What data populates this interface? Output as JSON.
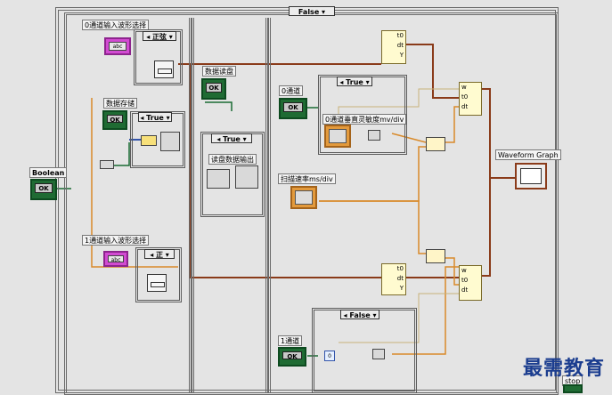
{
  "outer_case": {
    "selector": "False"
  },
  "inner_case_1": {
    "selector": "正弦"
  },
  "inner_case_store": {
    "selector": "True"
  },
  "inner_case_display": {
    "selector": "True"
  },
  "inner_case_ch0_sens": {
    "selector": "True"
  },
  "inner_case_ch1": {
    "selector": "False"
  },
  "inner_case_ch1_wave": {
    "selector": "正"
  },
  "labels": {
    "ch0_wave_select": "0通道输入波形选择",
    "data_store": "数据存储",
    "data_read": "数据读盘",
    "disk_output": "读盘数据输出",
    "ch0": "0通道",
    "ch0_sensitivity": "0通道垂直灵敏度mv/div",
    "sweep_rate": "扫描速率ms/div",
    "ch1_wave_select": "1通道输入波形选择",
    "ch1": "1通道",
    "boolean": "Boolean",
    "waveform_graph": "Waveform Graph",
    "stop": "stop"
  },
  "buttons": {
    "ok": "OK",
    "zero": "0"
  },
  "node_labels": {
    "t0": "t0",
    "dt": "dt",
    "y": "Y",
    "w": "w"
  },
  "watermark": "最需教育",
  "colors": {
    "bool_wire": "#1a6b33",
    "dbl_wire": "#d98a2a",
    "wave_wire": "#8a3b1a",
    "enum_wire": "#3355aa"
  }
}
